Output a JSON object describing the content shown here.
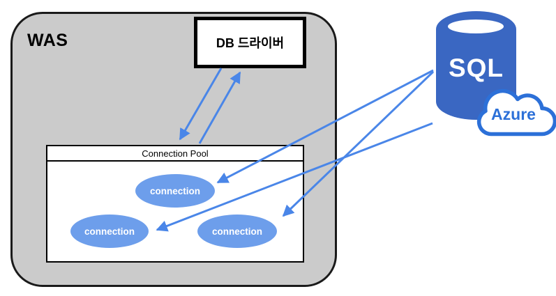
{
  "diagram": {
    "was": {
      "label": "WAS"
    },
    "db_driver": {
      "label": "DB 드라이버"
    },
    "connection_pool": {
      "title": "Connection Pool",
      "connections": [
        {
          "label": "connection"
        },
        {
          "label": "connection"
        },
        {
          "label": "connection"
        }
      ]
    },
    "database": {
      "sql_label": "SQL",
      "azure_label": "Azure"
    },
    "icons": {
      "database_icon": "sql-database-cylinder",
      "cloud_icon": "azure-cloud"
    },
    "arrows": [
      {
        "from": "db-driver",
        "to": "connection-pool"
      },
      {
        "from": "connection-pool",
        "to": "db-driver"
      },
      {
        "from": "sql-azure-database",
        "to": "connection-top"
      },
      {
        "from": "sql-azure-database",
        "to": "connection-bottom-right"
      },
      {
        "from": "sql-azure-database",
        "to": "connection-bottom-left"
      }
    ],
    "colors": {
      "was_fill": "#cbcbcb",
      "connection_fill": "#6d9eeb",
      "arrow_blue": "#4a86e8",
      "cylinder_blue": "#3a67c2",
      "azure_blue": "#2c70d8"
    }
  }
}
